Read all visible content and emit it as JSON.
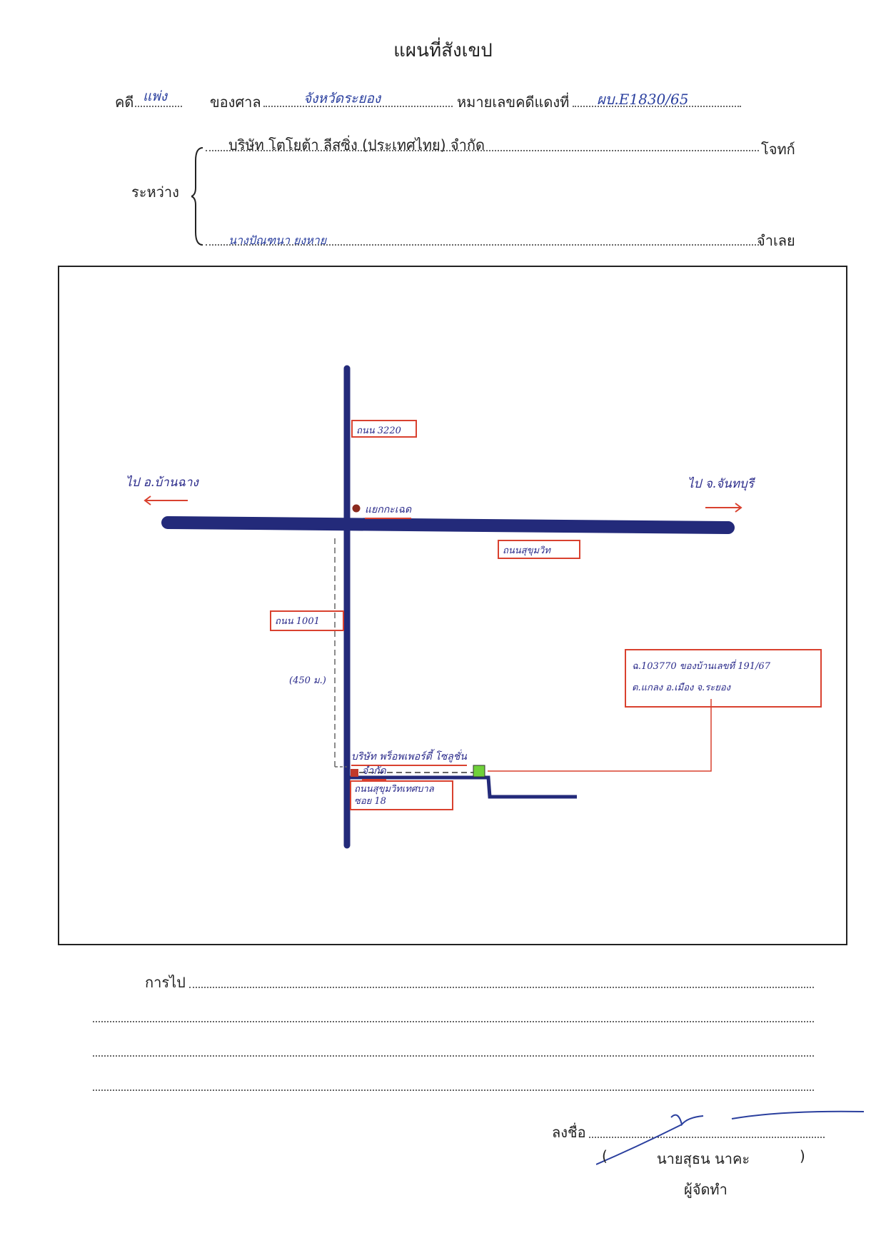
{
  "document": {
    "title": "แผนที่สังเขป",
    "case_label": "คดี",
    "case_type": "แพ่ง",
    "court_label": "ของศาล",
    "court_name": "จังหวัดระยอง",
    "red_case_label": "หมายเลขคดีแดงที่",
    "red_case_number": "ผบ.E1830/65",
    "between_label": "ระหว่าง",
    "plaintiff_name": "บริษัท โตโยต้า ลีสซิ่ง (ประเทศไทย) จำกัด",
    "plaintiff_role": "โจทก์",
    "defendant_name": "นางปัณฑนา ยงหาย",
    "defendant_role": "จำเลย"
  },
  "map": {
    "road_3220": "ถนน 3220",
    "to_bangchang": "ไป อ.บ้านฉาง",
    "to_chanthaburi": "ไป จ.จันทบุรี",
    "intersection": "แยกกะเฉด",
    "road_sukhumvit": "ถนนสุขุมวิท",
    "road_1001": "ถนน 1001",
    "distance": "(450 ม.)",
    "deed_line_1": "ฉ.103770 ของบ้านเลขที่ 191/67",
    "deed_line_2": "ต.แกลง อ.เมือง จ.ระยอง",
    "company_line_1": "บริษัท พร็อพเพอร์ตี้ โซลูชั่น",
    "company_line_2": "จำกัด",
    "soi_line_1": "ถนนสุขุมวิทเทศบาล",
    "soi_line_2": "ซอย 18"
  },
  "footer": {
    "directions_label": "การไป",
    "sign_label": "ลงชื่อ",
    "signer_name": "นายสุธน นาคะ",
    "open_paren": "(",
    "close_paren": ")",
    "signer_role": "ผู้จัดทำ"
  },
  "colors": {
    "road": "#232a7a",
    "label_box": "#d9412f",
    "handwriting": "#2a3f9e",
    "plot_marker": "#c0392b",
    "house_marker": "#6fd13a"
  }
}
